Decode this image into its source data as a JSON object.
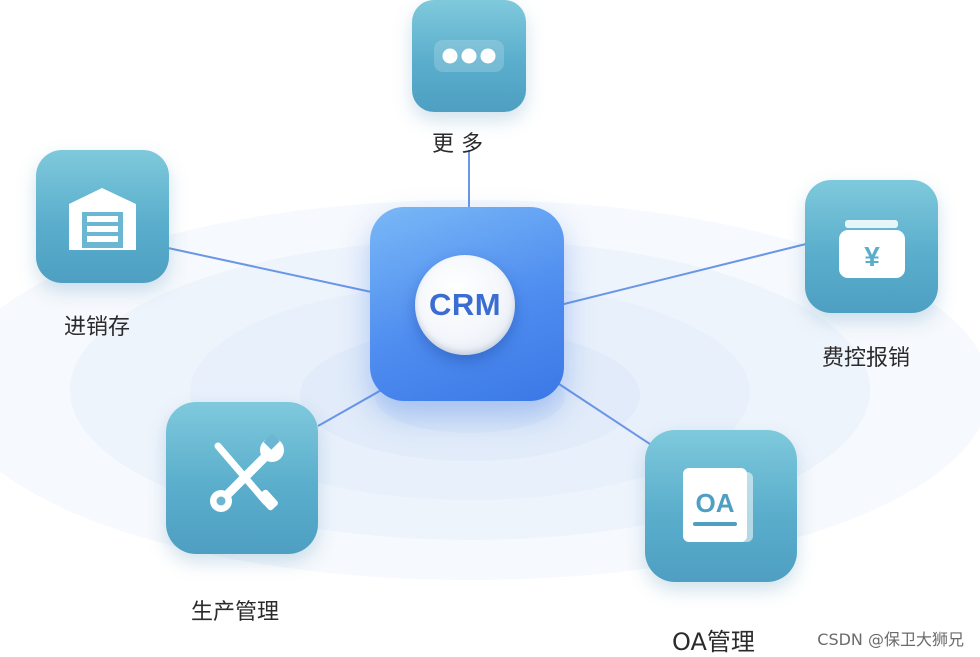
{
  "center": {
    "label": "CRM"
  },
  "nodes": {
    "more": {
      "label": "更 多",
      "icon": "more-dots-icon"
    },
    "inventory": {
      "label": "进销存",
      "icon": "warehouse-icon"
    },
    "expense": {
      "label": "费控报销",
      "icon": "yen-wallet-icon"
    },
    "production": {
      "label": "生产管理",
      "icon": "wrench-screwdriver-icon"
    },
    "oa": {
      "label": "OA管理",
      "icon": "oa-document-icon",
      "icon_text": "OA"
    }
  },
  "colors": {
    "node_gradient_top": "#7fc9dc",
    "node_gradient_bottom": "#4e9fc2",
    "center_gradient_top": "#7ab8f7",
    "center_gradient_bottom": "#3b78e6",
    "crm_text": "#3b6cd1",
    "connector_line": "#5b8fe6"
  },
  "watermark": "CSDN @保卫大狮兄"
}
